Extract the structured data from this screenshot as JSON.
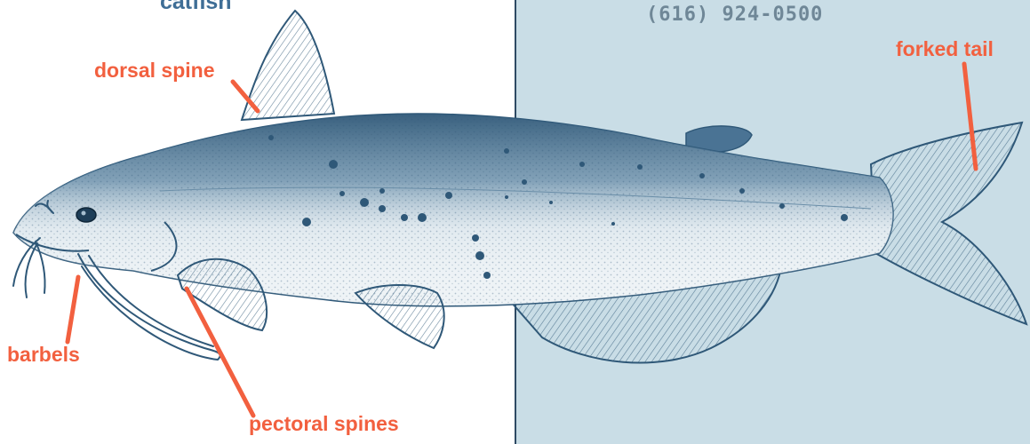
{
  "title": "catfish",
  "phone": "(616) 924-0500",
  "labels": {
    "dorsal_spine": "dorsal spine",
    "forked_tail": "forked tail",
    "barbels": "barbels",
    "pectoral_spines": "pectoral spines"
  },
  "colors": {
    "label": "#f2603f",
    "title": "#3f6e96",
    "fish_ink": "#2f5878",
    "panel_bg": "#c9dde6",
    "panel_divider": "#2e4a63"
  }
}
